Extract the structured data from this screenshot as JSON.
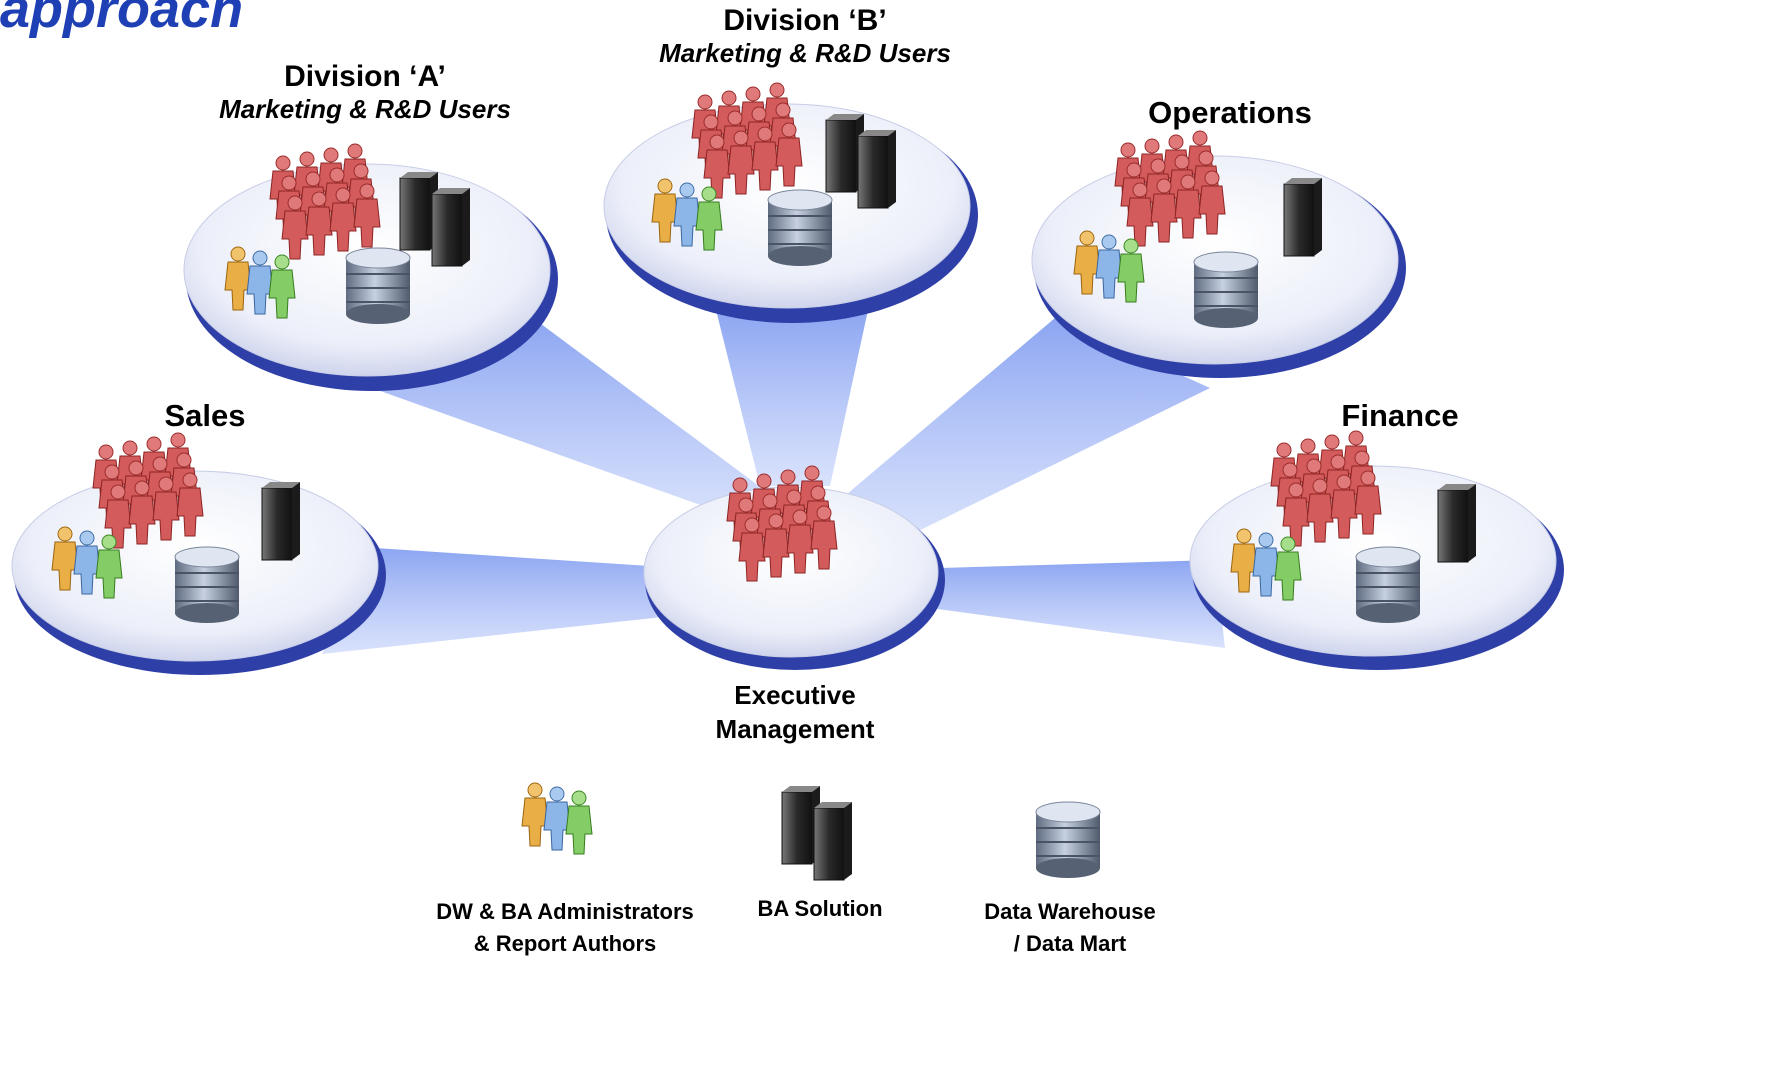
{
  "page_title_fragment": "approach",
  "nodes": {
    "division_a": {
      "title": "Division ‘A’",
      "subtitle": "Marketing & R&D Users"
    },
    "division_b": {
      "title": "Division ‘B’",
      "subtitle": "Marketing & R&D Users"
    },
    "operations": {
      "title": "Operations"
    },
    "sales": {
      "title": "Sales"
    },
    "finance": {
      "title": "Finance"
    },
    "executive": {
      "title_line1": "Executive",
      "title_line2": "Management"
    }
  },
  "legend": {
    "admins_line1": "DW & BA Administrators",
    "admins_line2": "& Report Authors",
    "solution": "BA Solution",
    "warehouse_line1": "Data Warehouse",
    "warehouse_line2": "/ Data Mart"
  },
  "colors": {
    "title": "#1f3fb4",
    "beam": "#7f9bf0",
    "disc_face": "#eef0fa",
    "disc_rim": "#2f3fa8",
    "users": "#d45b5b",
    "server": "#3a3a3a",
    "database": "#8a97ab"
  }
}
